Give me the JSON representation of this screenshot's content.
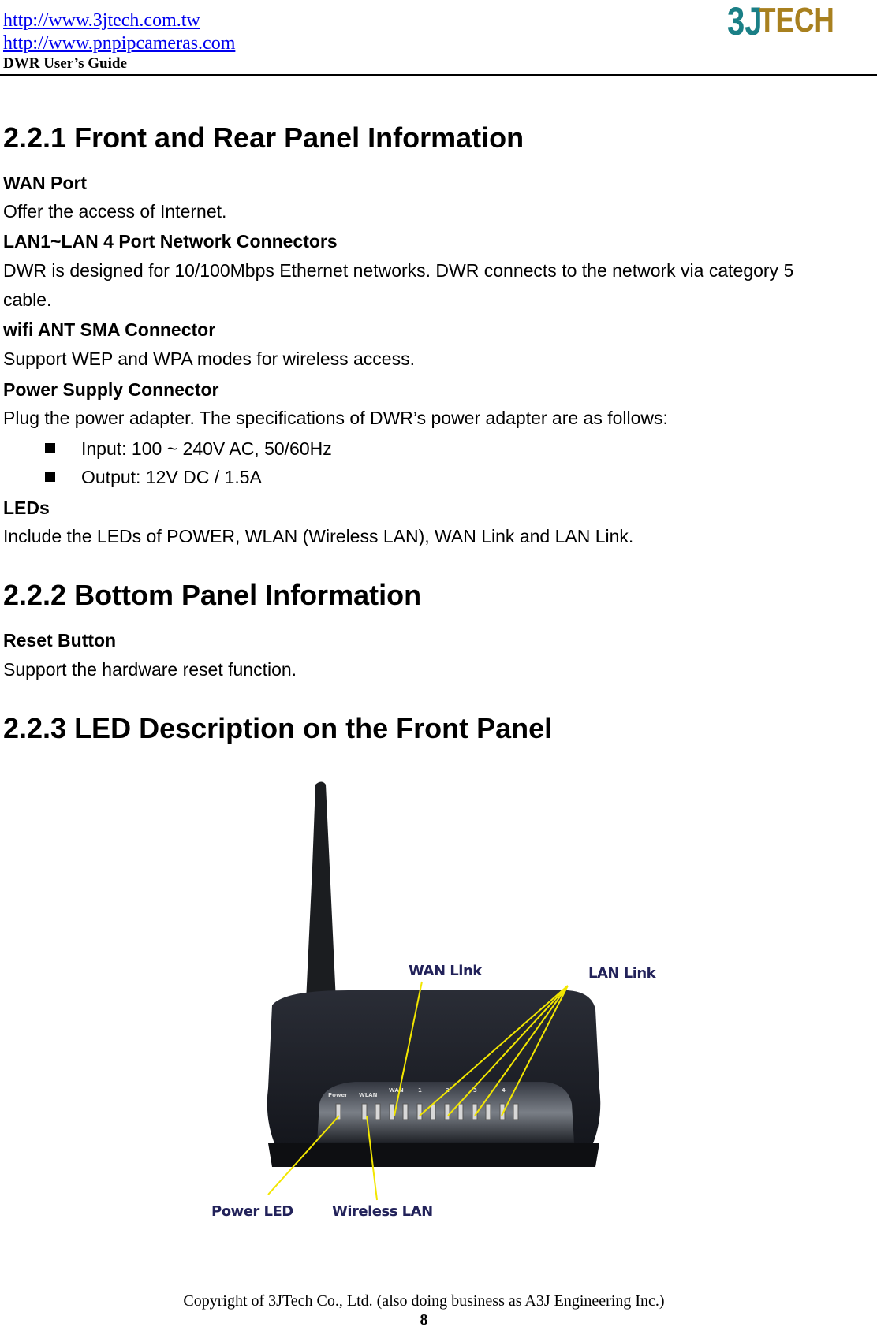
{
  "header": {
    "link1": "http://www.3jtech.com.tw",
    "link2": "http://www.pnpipcameras.com",
    "guide": "DWR User’s Guide",
    "logo": "3JTECH"
  },
  "s221": {
    "title": "2.2.1 Front and Rear Panel Information",
    "wan_h": "WAN Port",
    "wan_t": "Offer the access of Internet.",
    "lan_h": "LAN1~LAN 4 Port Network Connectors",
    "lan_t1": "DWR is designed for 10/100Mbps Ethernet networks. DWR connects to the network via category 5",
    "lan_t2": "cable.",
    "wifi_h": "wifi ANT SMA Connector",
    "wifi_t": "Support WEP and WPA modes for wireless access.",
    "pwr_h": "Power Supply Connector",
    "pwr_t": "Plug the power adapter. The specifications of DWR’s power adapter are as follows:",
    "bullets": [
      "Input: 100 ~ 240V AC, 50/60Hz",
      "Output: 12V DC / 1.5A"
    ],
    "led_h": "LEDs",
    "led_t": "Include the LEDs of POWER, WLAN (Wireless LAN), WAN Link and LAN Link."
  },
  "s222": {
    "title": "2.2.2 Bottom Panel Information",
    "reset_h": "Reset Button",
    "reset_t": "Support the hardware reset function."
  },
  "s223": {
    "title": "2.2.3 LED Description on the Front Panel",
    "figure": {
      "wan": "WAN Link",
      "lan": "LAN Link",
      "power": "Power LED",
      "wlan": "Wireless LAN",
      "panel": [
        "Power",
        "WLAN",
        "WAN",
        "1",
        "2",
        "3",
        "4"
      ]
    }
  },
  "footer": {
    "copyright": "Copyright of 3JTech Co., Ltd. (also doing business as A3J Engineering Inc.)",
    "page": "8"
  },
  "colors": {
    "link": "#0000ee",
    "logo_teal": "#1a7f86",
    "logo_gold": "#a8801f",
    "callout": "#f2e600",
    "label": "#22225a"
  }
}
